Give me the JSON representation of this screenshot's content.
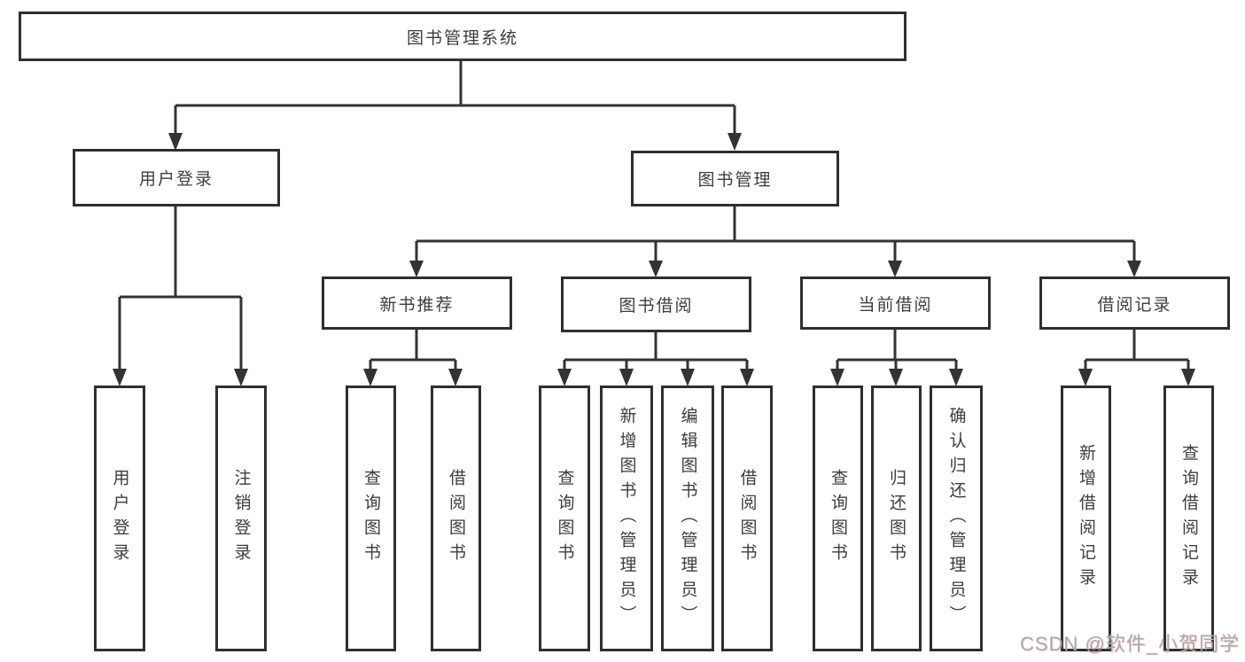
{
  "tree": {
    "root": {
      "label": "图书管理系统"
    },
    "branches": [
      {
        "label": "用户登录",
        "children": [
          {
            "label": "用户登录"
          },
          {
            "label": "注销登录"
          }
        ]
      },
      {
        "label": "图书管理",
        "children": [
          {
            "label": "新书推荐",
            "children": [
              {
                "label": "查询图书"
              },
              {
                "label": "借阅图书"
              }
            ]
          },
          {
            "label": "图书借阅",
            "children": [
              {
                "label": "查询图书"
              },
              {
                "label": "新增图书（管理员）"
              },
              {
                "label": "编辑图书（管理员）"
              },
              {
                "label": "借阅图书"
              }
            ]
          },
          {
            "label": "当前借阅",
            "children": [
              {
                "label": "查询图书"
              },
              {
                "label": "归还图书"
              },
              {
                "label": "确认归还（管理员）"
              }
            ]
          },
          {
            "label": "借阅记录",
            "children": [
              {
                "label": "新增借阅记录"
              },
              {
                "label": "查询借阅记录"
              }
            ]
          }
        ]
      }
    ]
  },
  "watermark": {
    "text": "CSDN @软件_小贺同学"
  },
  "colors": {
    "background": "#ffffff",
    "box_border": "#2f2f2f",
    "line": "#333333",
    "text": "#3d3d3d",
    "watermark": "#aaaaaa"
  }
}
